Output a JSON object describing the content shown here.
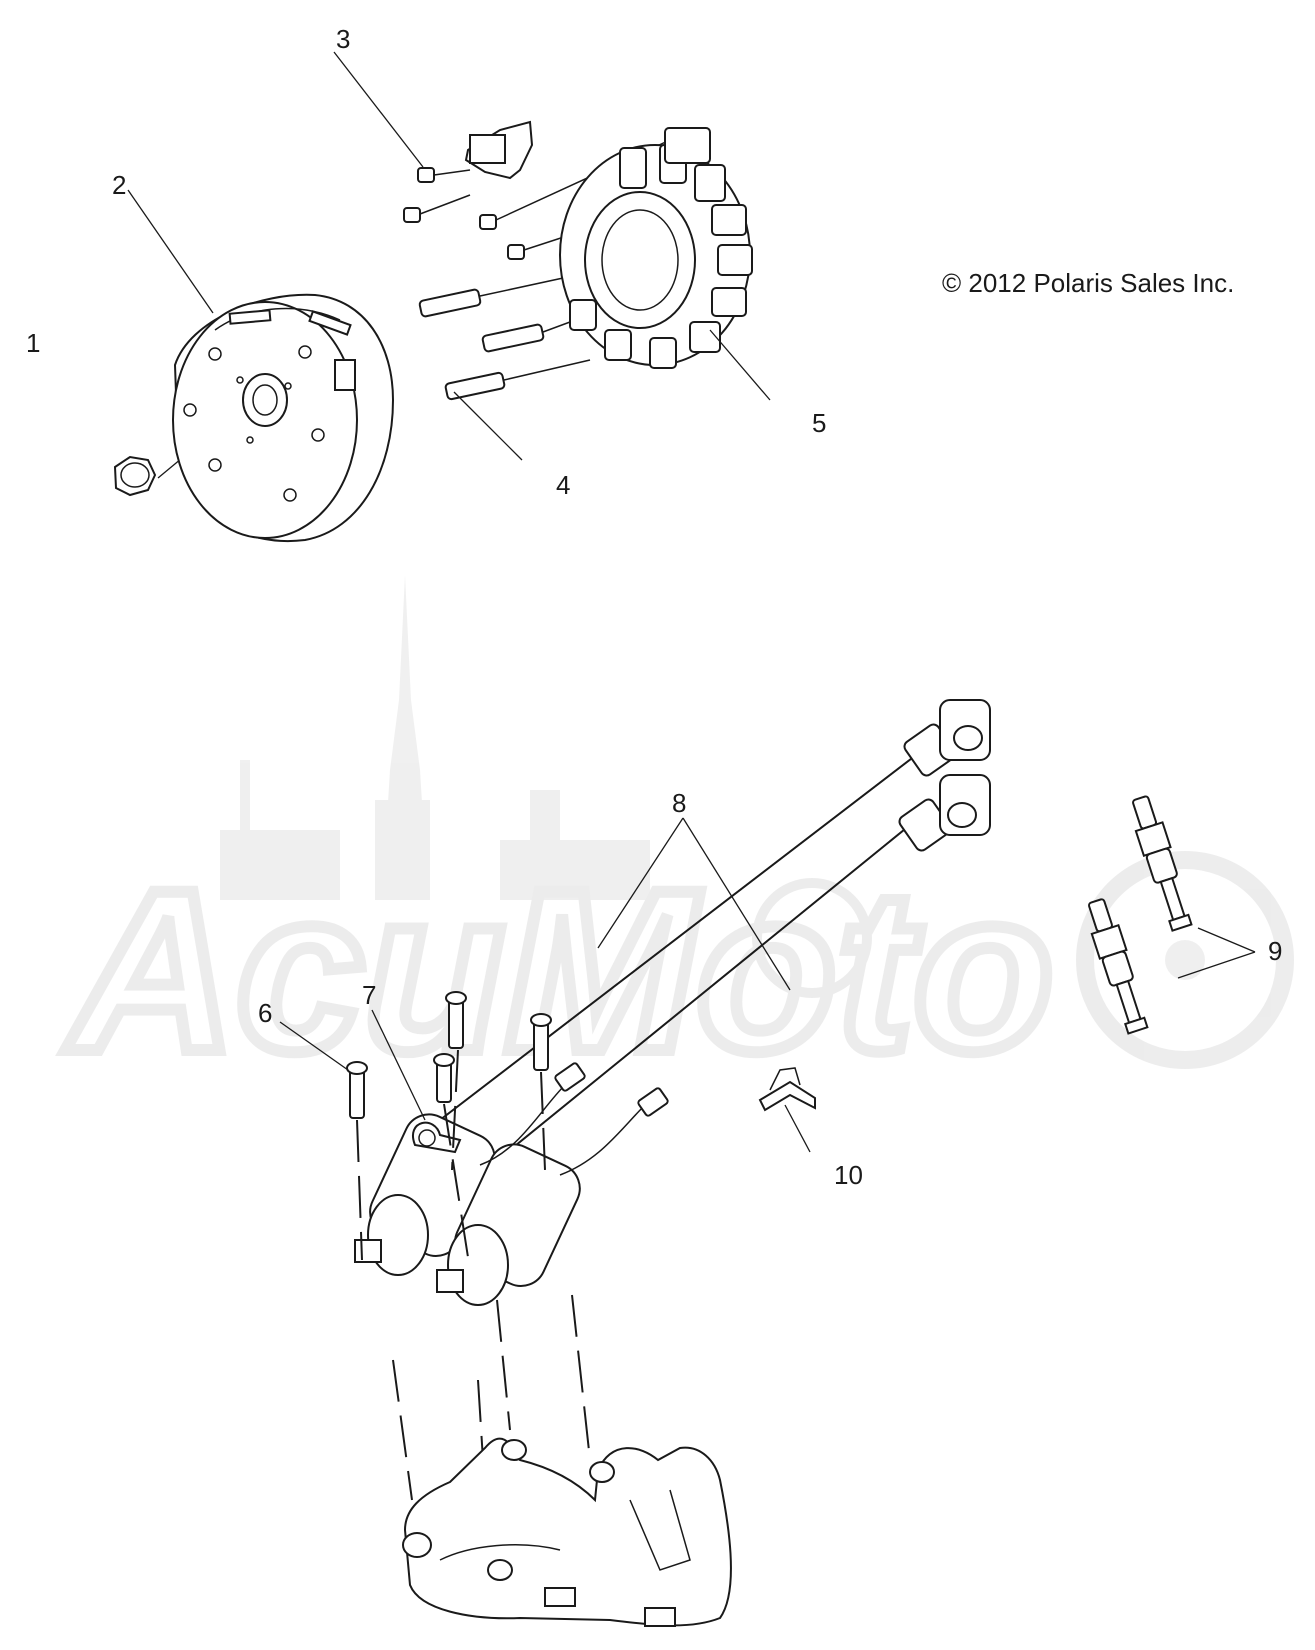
{
  "copyright": "© 2012 Polaris Sales Inc.",
  "watermark": {
    "text": "AcuMoto"
  },
  "callouts": [
    {
      "id": "1",
      "label": "1",
      "part": "flywheel-nut"
    },
    {
      "id": "2",
      "label": "2",
      "part": "flywheel"
    },
    {
      "id": "3",
      "label": "3",
      "part": "sensor-screw"
    },
    {
      "id": "4",
      "label": "4",
      "part": "stator-bolts"
    },
    {
      "id": "5",
      "label": "5",
      "part": "stator"
    },
    {
      "id": "6",
      "label": "6",
      "part": "coil-screws"
    },
    {
      "id": "7",
      "label": "7",
      "part": "wire-clamp"
    },
    {
      "id": "8",
      "label": "8",
      "part": "ignition-coils-leads"
    },
    {
      "id": "9",
      "label": "9",
      "part": "spark-plugs"
    },
    {
      "id": "10",
      "label": "10",
      "part": "wire-clip"
    }
  ]
}
